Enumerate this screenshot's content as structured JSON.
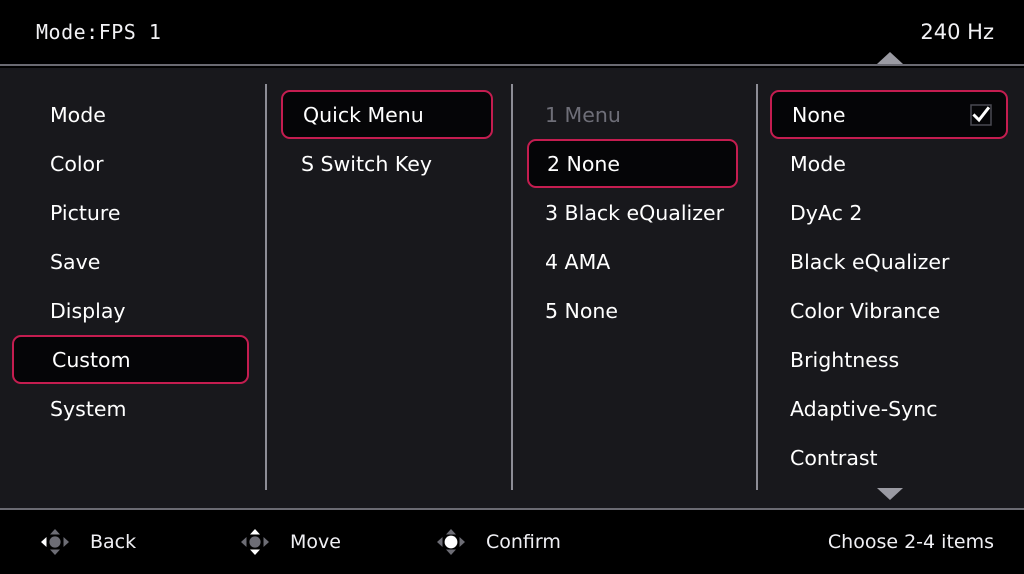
{
  "header": {
    "mode_label": "Mode:FPS 1",
    "refresh_rate": "240 Hz"
  },
  "colors": {
    "highlight_border": "#c41d50",
    "panel_bg": "#18181c",
    "header_bg": "#000000",
    "text": "#ffffff",
    "disabled_text": "#6e6e78",
    "divider": "#8d8d96",
    "arrow": "#9a9aa2"
  },
  "sidebar": {
    "items": [
      {
        "label": "Mode",
        "selected": false
      },
      {
        "label": "Color",
        "selected": false
      },
      {
        "label": "Picture",
        "selected": false
      },
      {
        "label": "Save",
        "selected": false
      },
      {
        "label": "Display",
        "selected": false
      },
      {
        "label": "Custom",
        "selected": true
      },
      {
        "label": "System",
        "selected": false
      }
    ]
  },
  "column_second": {
    "items": [
      {
        "label": "Quick Menu",
        "selected": true
      },
      {
        "label": "S Switch Key",
        "selected": false
      }
    ]
  },
  "column_third": {
    "items": [
      {
        "label": "1 Menu",
        "selected": false,
        "disabled": true
      },
      {
        "label": "2 None",
        "selected": true,
        "disabled": false
      },
      {
        "label": "3 Black eQualizer",
        "selected": false,
        "disabled": false
      },
      {
        "label": "4 AMA",
        "selected": false,
        "disabled": false
      },
      {
        "label": "5 None",
        "selected": false,
        "disabled": false
      }
    ]
  },
  "column_fourth": {
    "scroll_up_icon": "triangle-up-icon",
    "scroll_down_icon": "triangle-down-icon",
    "items": [
      {
        "label": "None",
        "selected": true,
        "checked": true
      },
      {
        "label": "Mode",
        "selected": false,
        "checked": false
      },
      {
        "label": "DyAc 2",
        "selected": false,
        "checked": false
      },
      {
        "label": "Black eQualizer",
        "selected": false,
        "checked": false
      },
      {
        "label": "Color Vibrance",
        "selected": false,
        "checked": false
      },
      {
        "label": "Brightness",
        "selected": false,
        "checked": false
      },
      {
        "label": "Adaptive-Sync",
        "selected": false,
        "checked": false
      },
      {
        "label": "Contrast",
        "selected": false,
        "checked": false
      }
    ]
  },
  "footer": {
    "hints": [
      {
        "label": "Back",
        "icon": "dpad-left-icon"
      },
      {
        "label": "Move",
        "icon": "dpad-updown-icon"
      },
      {
        "label": "Confirm",
        "icon": "dpad-center-icon"
      }
    ],
    "note": "Choose 2-4 items"
  }
}
